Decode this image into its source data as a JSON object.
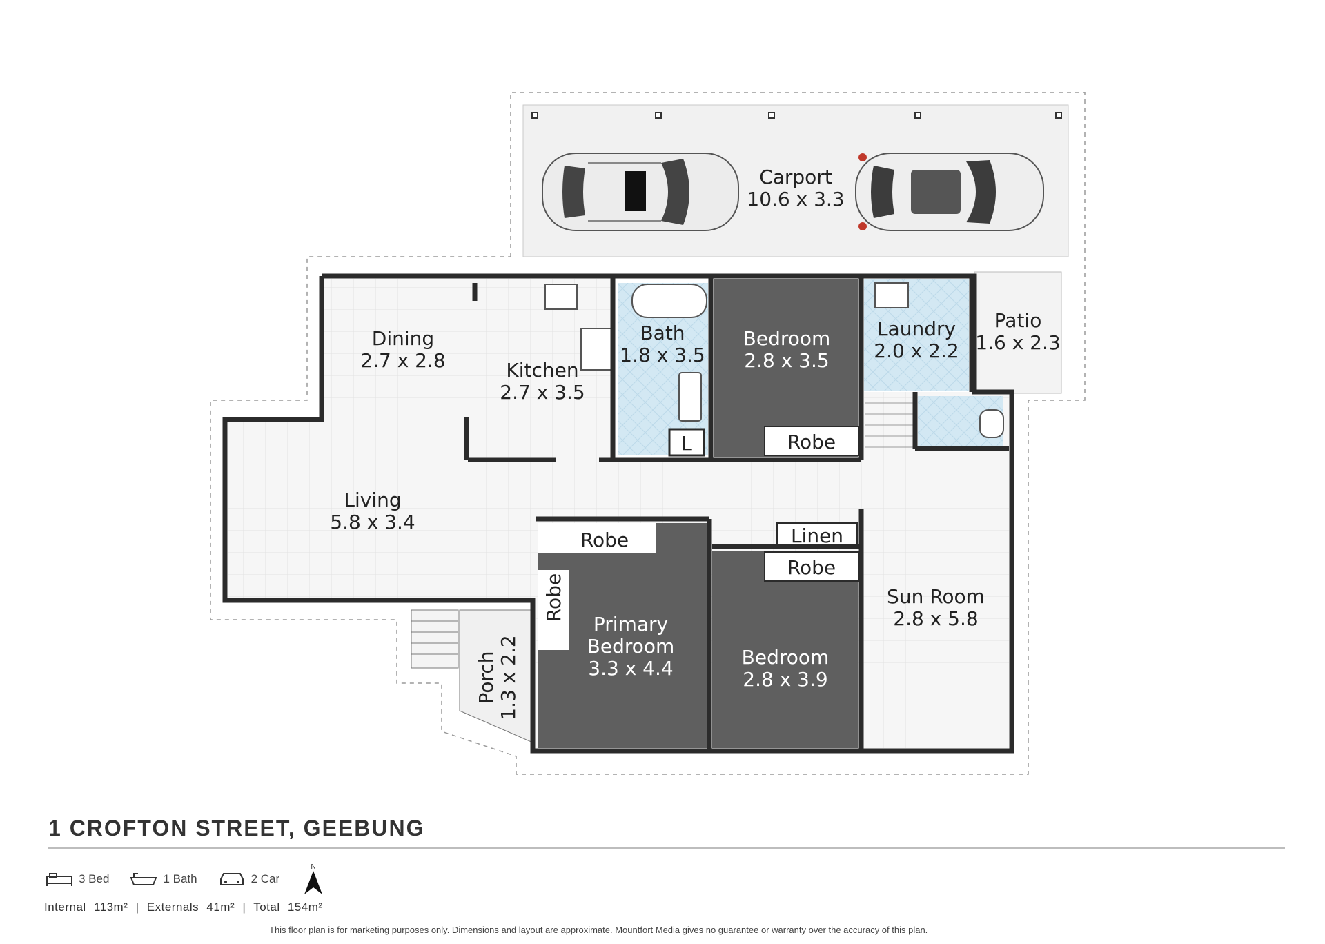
{
  "rooms": {
    "carport": {
      "name": "Carport",
      "size": "10.6 x 3.3"
    },
    "patio": {
      "name": "Patio",
      "size": "1.6 x 2.3"
    },
    "dining": {
      "name": "Dining",
      "size": "2.7 x 2.8"
    },
    "kitchen": {
      "name": "Kitchen",
      "size": "2.7 x 3.5"
    },
    "bath": {
      "name": "Bath",
      "size": "1.8 x 3.5"
    },
    "bedroom_top": {
      "name": "Bedroom",
      "size": "2.8 x 3.5"
    },
    "laundry": {
      "name": "Laundry",
      "size": "2.0 x 2.2"
    },
    "living": {
      "name": "Living",
      "size": "5.8 x 3.4"
    },
    "primary_bedroom": {
      "name1": "Primary",
      "name2": "Bedroom",
      "size": "3.3 x 4.4"
    },
    "bedroom_bottom": {
      "name": "Bedroom",
      "size": "2.8 x 3.9"
    },
    "sun_room": {
      "name": "Sun Room",
      "size": "2.8 x 5.8"
    },
    "porch": {
      "name": "Porch",
      "size": "1.3 x 2.2"
    }
  },
  "labels": {
    "robe": "Robe",
    "linen": "Linen",
    "linen_cupboard": "L"
  },
  "address": "1 CROFTON STREET, GEEBUNG",
  "features": {
    "bed": "3 Bed",
    "bath": "1 Bath",
    "car": "2 Car",
    "north": "N"
  },
  "areas": {
    "internal_label": "Internal",
    "internal_value": "113m²",
    "externals_label": "Externals",
    "externals_value": "41m²",
    "total_label": "Total",
    "total_value": "154m²",
    "separator": "|"
  },
  "disclaimer": "This floor plan is for marketing purposes only. Dimensions and layout are approximate. Mountfort Media gives no guarantee or warranty over the accuracy of this plan.",
  "colors": {
    "wall": "#2b2b2b",
    "floor": "#f4f4f4",
    "bedroom": "#5f5f5f",
    "wet_area": "#cfe6f2",
    "carport": "#f1f1f1"
  }
}
